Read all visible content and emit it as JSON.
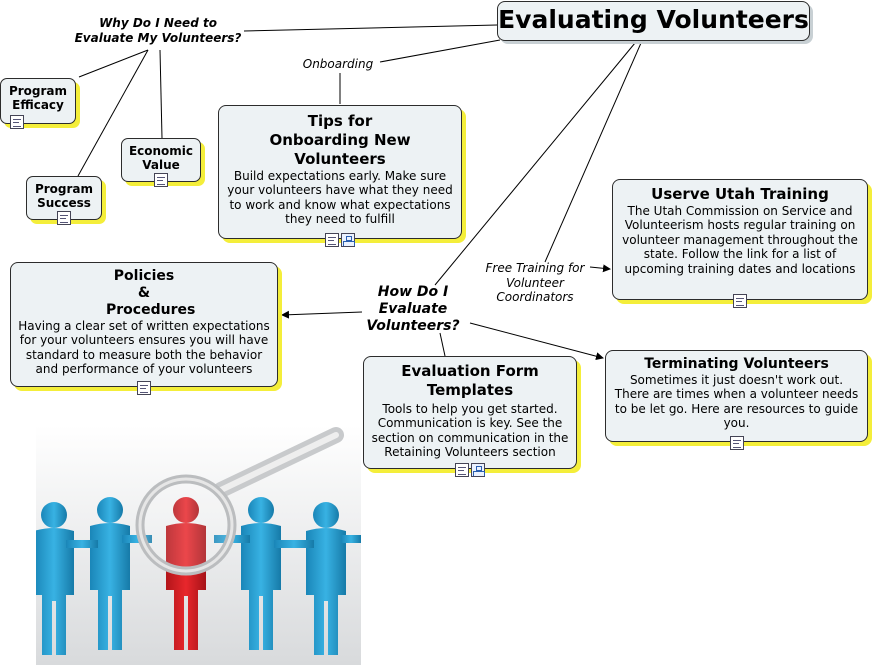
{
  "main_topic": "Evaluating Volunteers",
  "why_label": "Why Do I Need to Evaluate My Volunteers?",
  "onboarding_label": "Onboarding",
  "how_label": "How Do I Evaluate Volunteers?",
  "free_training_label": "Free Training for Volunteer Coordinators",
  "program_efficacy": "Program Efficacy",
  "program_success": "Program Success",
  "economic_value": "Economic Value",
  "tips": {
    "title": "Tips for Onboarding New Volunteers",
    "body": "Build expectations early. Make sure your volunteers have what they need to work and know what expectations they need to fulfill"
  },
  "userve": {
    "title": "Userve Utah Training",
    "body": "The Utah Commission on Service and Volunteerism hosts regular training on volunteer management throughout the state. Follow the link for a list of upcoming training dates and locations"
  },
  "policies": {
    "title": "Policies & Procedures",
    "body": "Having a clear set of written expectations for your volunteers ensures you will have standard to measure both the behavior and performance of your volunteers"
  },
  "eval_forms": {
    "title": "Evaluation Form Templates",
    "body": "Tools to help you get started. Communication is key. See the section on communication in the Retaining Volunteers section"
  },
  "terminating": {
    "title": "Terminating Volunteers",
    "body": "Sometimes it just doesn't work out. There are times when a volunteer needs to be let go. Here are resources to guide you."
  },
  "icons": [
    "notes-icon",
    "link-icon"
  ]
}
